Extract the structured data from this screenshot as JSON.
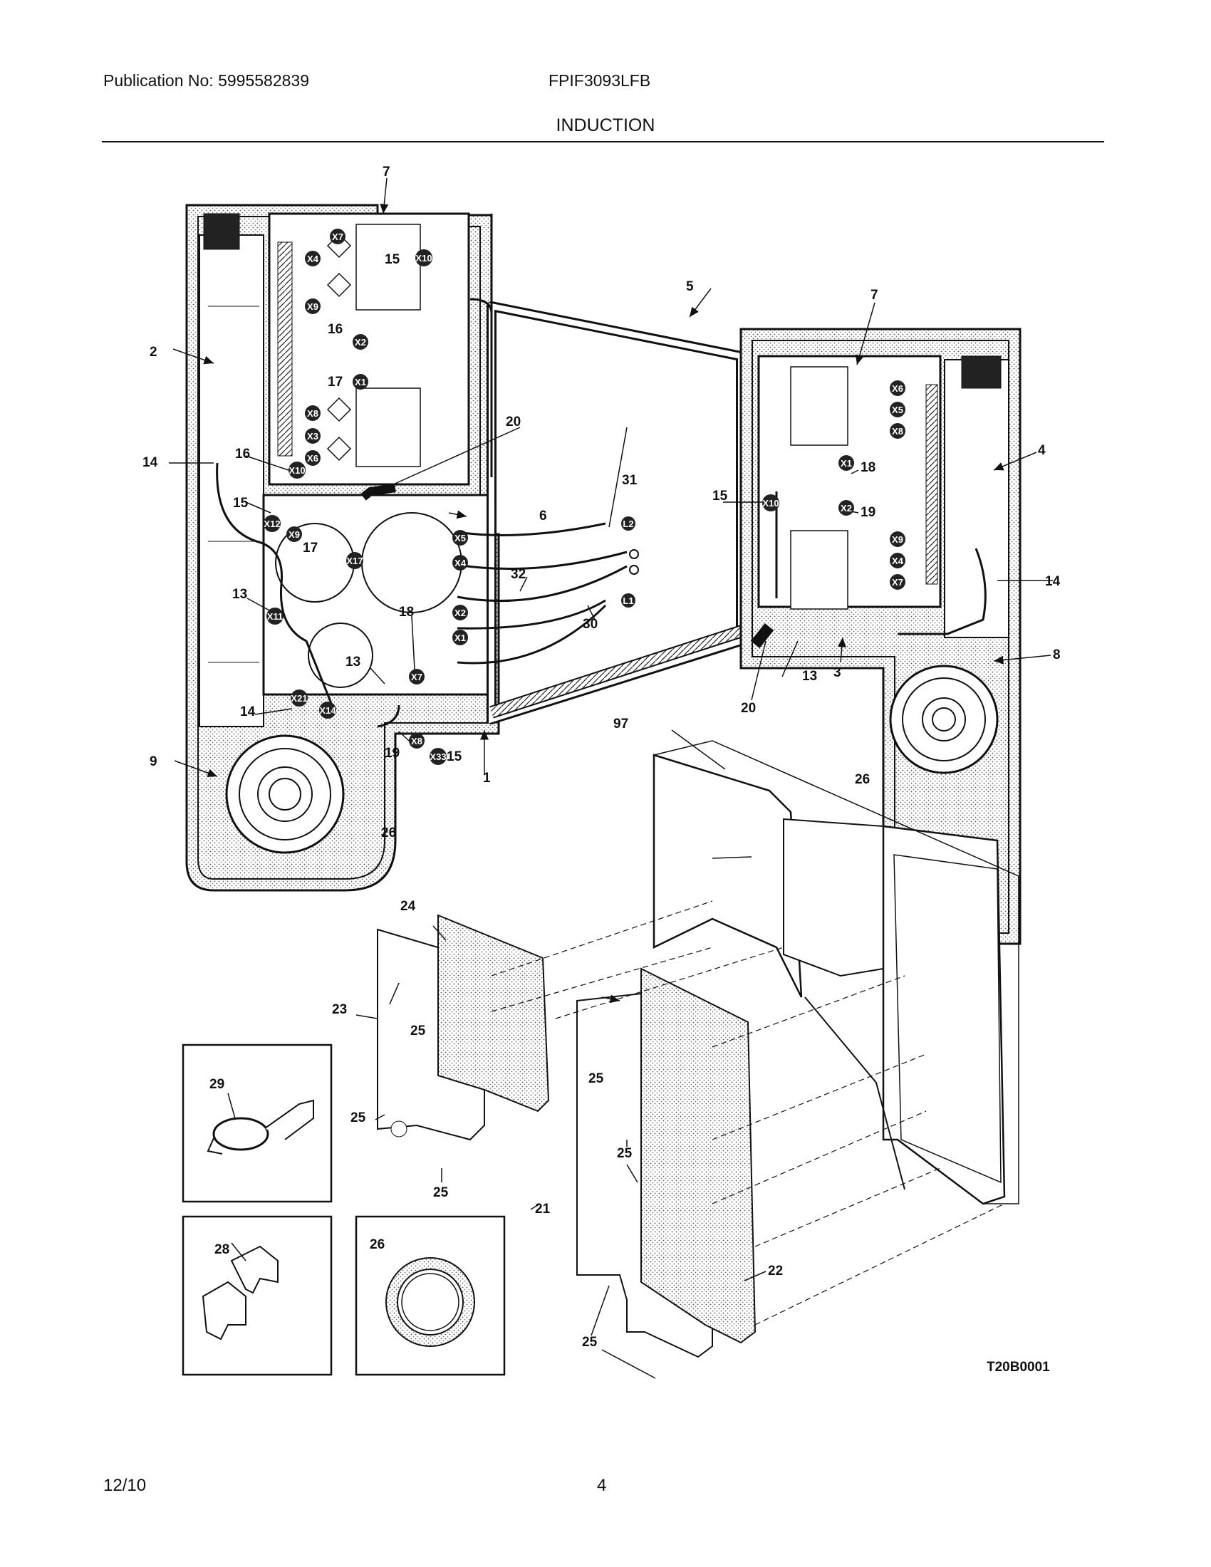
{
  "header": {
    "publication": "Publication No: 5995582839",
    "model": "FPIF3093LFB",
    "section": "INDUCTION"
  },
  "footer": {
    "date": "12/10",
    "page": "4"
  },
  "drawing_code": "T20B0001",
  "callouts": {
    "c1": "1",
    "c2": "2",
    "c3": "3",
    "c4": "4",
    "c5": "5",
    "c6": "6",
    "c7a": "7",
    "c7b": "7",
    "c8": "8",
    "c9": "9",
    "c13a": "13",
    "c13b": "13",
    "c13c": "13",
    "c14a": "14",
    "c14b": "14",
    "c14c": "14",
    "c15a": "15",
    "c15b": "15",
    "c15c": "15",
    "c15d": "15",
    "c16a": "16",
    "c16b": "16",
    "c17a": "17",
    "c17b": "17",
    "c18a": "18",
    "c18b": "18",
    "c19a": "19",
    "c19b": "19",
    "c20a": "20",
    "c20b": "20",
    "c21": "21",
    "c22": "22",
    "c23": "23",
    "c24": "24",
    "c25a": "25",
    "c25b": "25",
    "c25c": "25",
    "c25d": "25",
    "c25e": "25",
    "c25f": "25",
    "c26a": "26",
    "c26b": "26",
    "c26c": "26",
    "c28": "28",
    "c29": "29",
    "c30": "30",
    "c31": "31",
    "c32": "32",
    "c97": "97"
  },
  "connectors": {
    "k1": "X7",
    "k2": "X4",
    "k3": "X9",
    "k4": "X10",
    "k5": "X2",
    "k6": "X1",
    "k7": "X8",
    "k8": "X3",
    "k9": "X6",
    "k10": "X10",
    "k11": "X12",
    "k12": "X9",
    "k13": "X17",
    "k14": "X11",
    "k15": "X21",
    "k16": "X14",
    "k17": "X7",
    "k18": "X5",
    "k19": "X4",
    "k20": "X2",
    "k21": "X1",
    "k22": "X8",
    "k23": "X33",
    "k24": "X6",
    "k25": "X5",
    "k26": "X8",
    "k27": "X1",
    "k28": "X2",
    "k29": "X10",
    "k30": "X9",
    "k31": "X4",
    "k32": "X7",
    "t1": "L2",
    "t2": "L1"
  }
}
